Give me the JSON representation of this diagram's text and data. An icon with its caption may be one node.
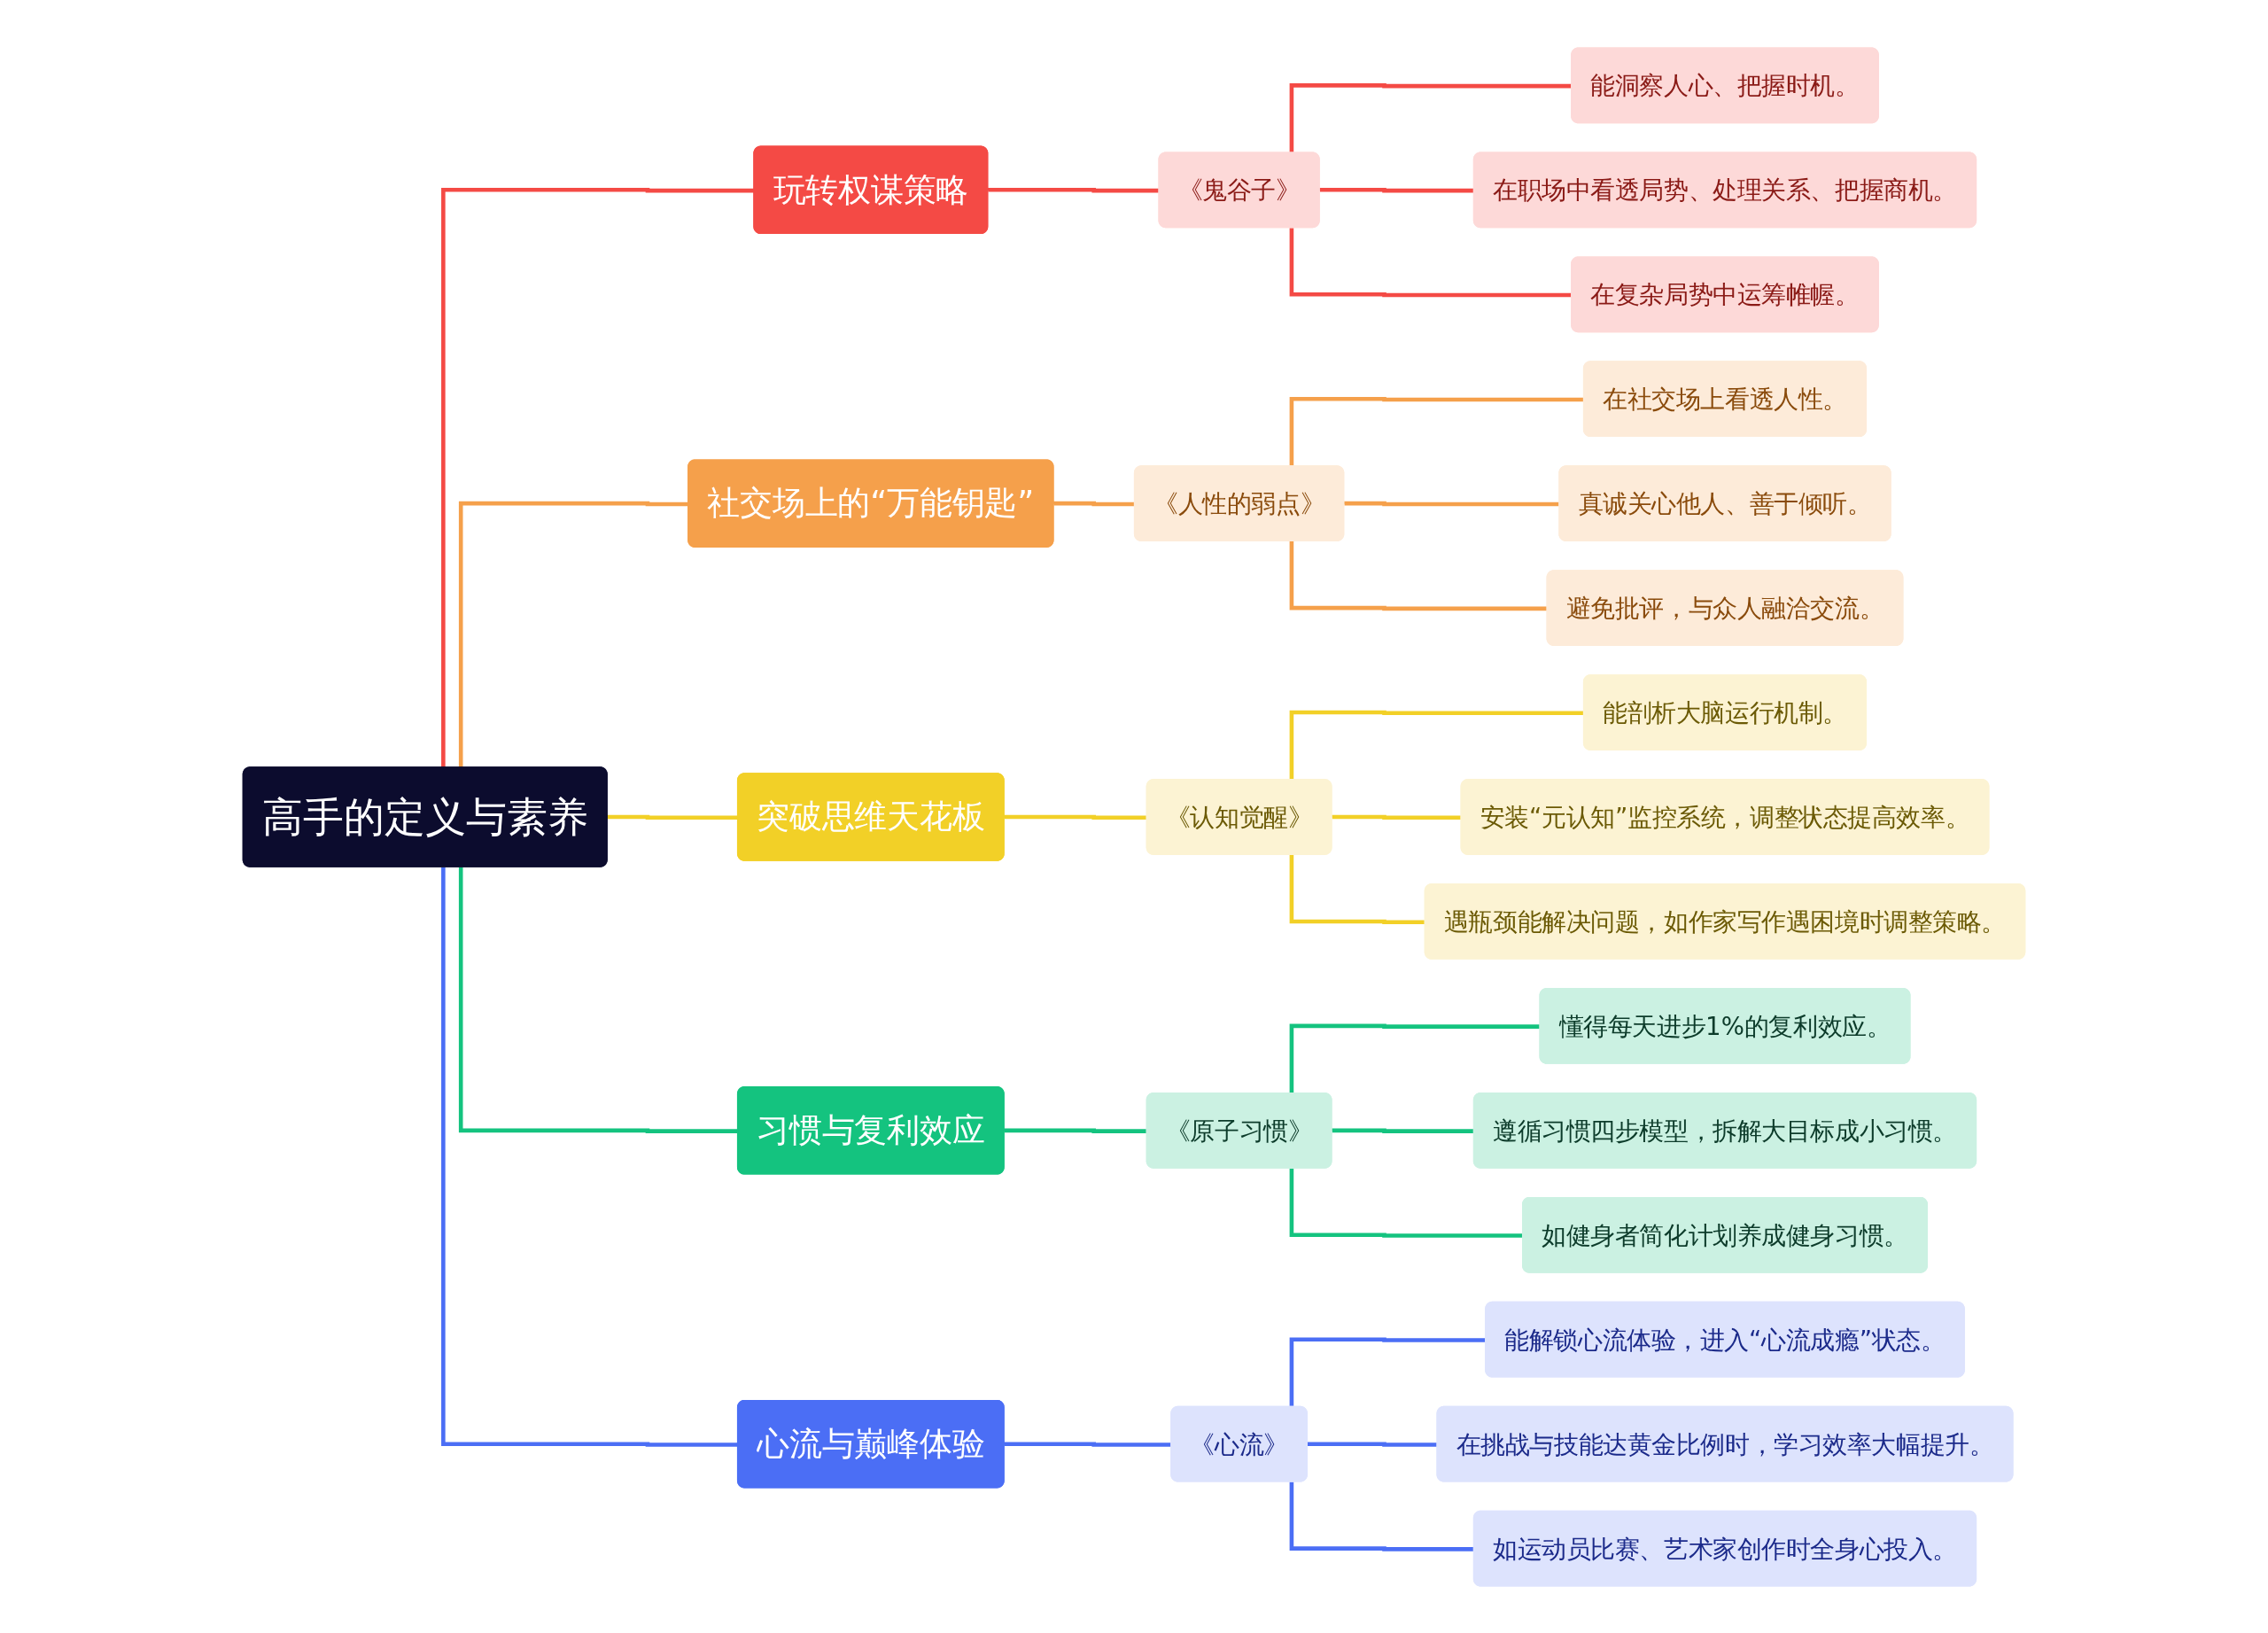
{
  "diagram": {
    "nodes": [
      {
        "text": [
          "高手的定义与素养"
        ]
      },
      {
        "text": [
          "玩转权谋策略"
        ]
      },
      {
        "text": [
          "《鬼谷子》"
        ]
      },
      {
        "text": [
          "能洞察人心、把握时机。"
        ]
      },
      {
        "text": [
          "在职场中看透局势、处理关系、把握商机。"
        ]
      },
      {
        "text": [
          "在复杂局势中运筹帷幄。"
        ]
      },
      {
        "text": [
          "社交场上的“万能钥匙”"
        ]
      },
      {
        "text": [
          "《人性的弱点》"
        ]
      },
      {
        "text": [
          "在社交场上看透人性。"
        ]
      },
      {
        "text": [
          "真诚关心他人、善于倾听。"
        ]
      },
      {
        "text": [
          "避免批评，与众人融洽交流。"
        ]
      },
      {
        "text": [
          "突破思维天花板"
        ]
      },
      {
        "text": [
          "《认知觉醒》"
        ]
      },
      {
        "text": [
          "能剖析大脑运行机制。"
        ]
      },
      {
        "text": [
          "安装“元认知”监控系统，调整状态提高效率。"
        ]
      },
      {
        "text": [
          "遇瓶颈能解决问题，如作家写作遇困境时调整策略。"
        ]
      },
      {
        "text": [
          "习惯与复利效应"
        ]
      },
      {
        "text": [
          "《原子习惯》"
        ]
      },
      {
        "text": [
          "懂得每天进步1%的复利效应。"
        ]
      },
      {
        "text": [
          "遵循习惯四步模型，拆解大目标成小习惯。"
        ]
      },
      {
        "text": [
          "如健身者简化计划养成健身习惯。"
        ]
      },
      {
        "text": [
          "心流与巅峰体验"
        ]
      },
      {
        "text": [
          "《心流》"
        ]
      },
      {
        "text": [
          "能解锁心流体验，进入“心流成瘾”状态。"
        ]
      },
      {
        "text": [
          "在挑战与技能达黄金比例时，学习效率大幅提升。"
        ]
      },
      {
        "text": [
          "如运动员比赛、艺术家创作时全身心投入。"
        ]
      }
    ],
    "edges": [
      {
        "from": 0,
        "to": 1,
        "arrow": "none",
        "color": "#f44a45"
      },
      {
        "from": 1,
        "to": 2,
        "arrow": "none",
        "color": "#f44a45"
      },
      {
        "from": 2,
        "to": 3,
        "arrow": "none",
        "color": "#f44a45"
      },
      {
        "from": 2,
        "to": 4,
        "arrow": "none",
        "color": "#f44a45"
      },
      {
        "from": 2,
        "to": 5,
        "arrow": "none",
        "color": "#f44a45"
      },
      {
        "from": 0,
        "to": 6,
        "arrow": "none",
        "color": "#f5a04b"
      },
      {
        "from": 6,
        "to": 7,
        "arrow": "none",
        "color": "#f5a04b"
      },
      {
        "from": 7,
        "to": 8,
        "arrow": "none",
        "color": "#f5a04b"
      },
      {
        "from": 7,
        "to": 9,
        "arrow": "none",
        "color": "#f5a04b"
      },
      {
        "from": 7,
        "to": 10,
        "arrow": "none",
        "color": "#f5a04b"
      },
      {
        "from": 0,
        "to": 11,
        "arrow": "none",
        "color": "#f2d027"
      },
      {
        "from": 11,
        "to": 12,
        "arrow": "none",
        "color": "#f2d027"
      },
      {
        "from": 12,
        "to": 13,
        "arrow": "none",
        "color": "#f2d027"
      },
      {
        "from": 12,
        "to": 14,
        "arrow": "none",
        "color": "#f2d027"
      },
      {
        "from": 12,
        "to": 15,
        "arrow": "none",
        "color": "#f2d027"
      },
      {
        "from": 0,
        "to": 16,
        "arrow": "none",
        "color": "#14c37f"
      },
      {
        "from": 16,
        "to": 17,
        "arrow": "none",
        "color": "#14c37f"
      },
      {
        "from": 17,
        "to": 18,
        "arrow": "none",
        "color": "#14c37f"
      },
      {
        "from": 17,
        "to": 19,
        "arrow": "none",
        "color": "#14c37f"
      },
      {
        "from": 17,
        "to": 20,
        "arrow": "none",
        "color": "#14c37f"
      },
      {
        "from": 0,
        "to": 21,
        "arrow": "none",
        "color": "#4b6ef5"
      },
      {
        "from": 21,
        "to": 22,
        "arrow": "none",
        "color": "#4b6ef5"
      },
      {
        "from": 22,
        "to": 23,
        "arrow": "none",
        "color": "#4b6ef5"
      },
      {
        "from": 22,
        "to": 24,
        "arrow": "none",
        "color": "#4b6ef5"
      },
      {
        "from": 22,
        "to": 25,
        "arrow": "none",
        "color": "#4b6ef5"
      }
    ]
  }
}
